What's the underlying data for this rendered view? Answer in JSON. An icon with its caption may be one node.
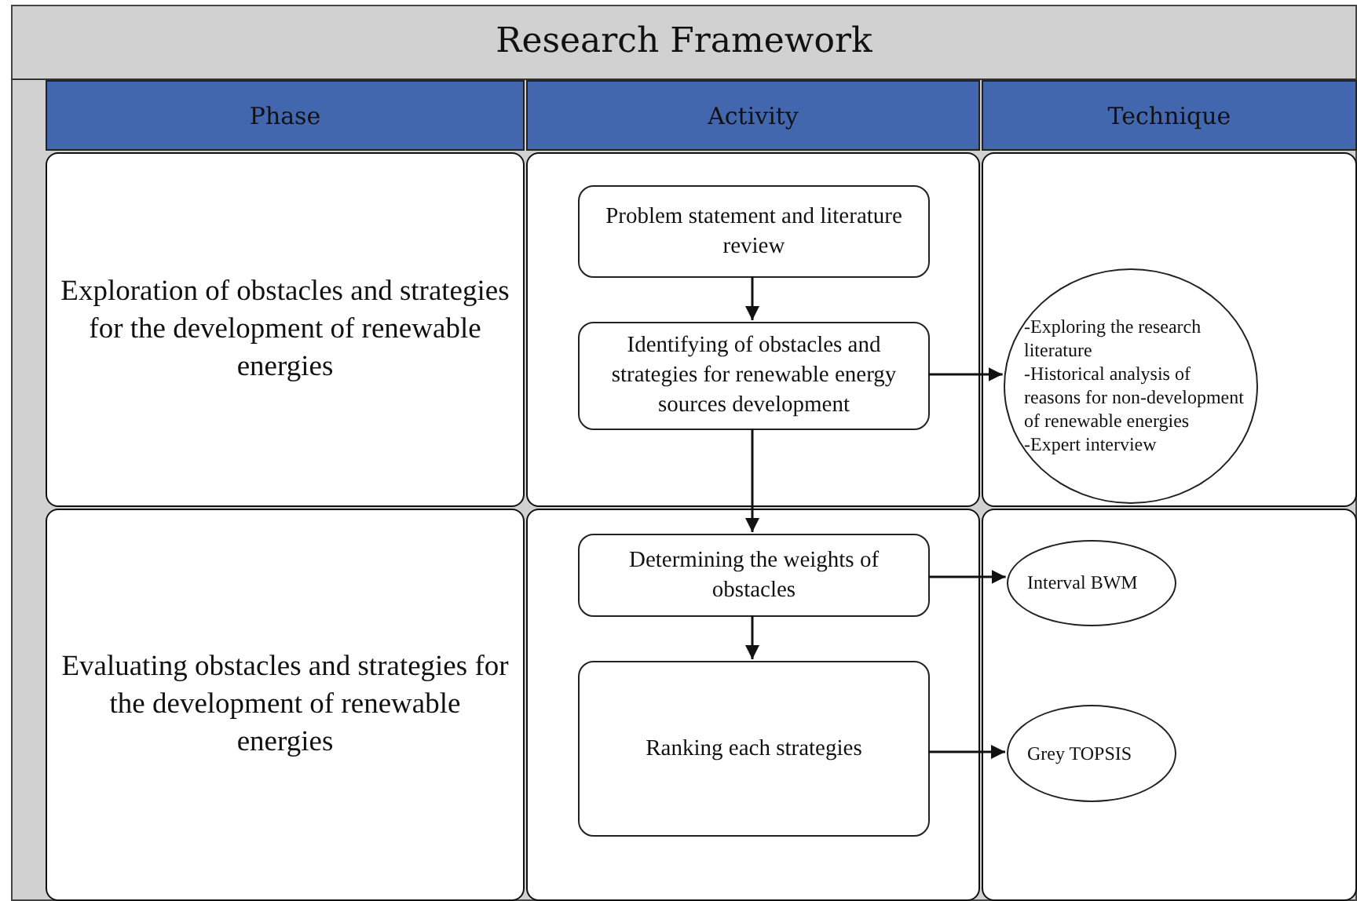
{
  "diagram": {
    "title": "Research Framework",
    "nodes": [
      {
        "text": [
          "Phase"
        ]
      },
      {
        "text": [
          "Activity"
        ]
      },
      {
        "text": [
          "Technique"
        ]
      },
      {
        "text": [
          "Exploration of obstacles and strategies for the development of renewable energies"
        ]
      },
      {
        "text": [],
        "shape": "box"
      },
      {
        "text": [],
        "shape": "box"
      },
      {
        "text": [
          "Problem statement and literature review"
        ],
        "in": 4
      },
      {
        "text": [
          "Identifying of obstacles  and strategies for renewable energy sources development"
        ],
        "in": 4
      },
      {
        "text": [
          "-Exploring the research literature",
          "-Historical analysis of reasons for non-development of renewable energies",
          "-Expert interview"
        ],
        "in": 5
      },
      {
        "text": [
          "Evaluating  obstacles and strategies for the development of renewable energies"
        ]
      },
      {
        "text": [],
        "shape": "box"
      },
      {
        "text": [],
        "shape": "box"
      },
      {
        "text": [
          "Determining the weights of obstacles"
        ],
        "in": 10
      },
      {
        "text": [
          "Ranking each strategies"
        ],
        "in": 10
      },
      {
        "text": [
          "Interval BWM"
        ],
        "in": 11
      },
      {
        "text": [
          "Grey TOPSIS"
        ],
        "in": 11
      }
    ],
    "edges": [
      {
        "from": 6,
        "to": 7,
        "arrow": "to"
      },
      {
        "from": 7,
        "to": 8,
        "arrow": "to"
      },
      {
        "from": 7,
        "to": 12,
        "arrow": "to"
      },
      {
        "from": 12,
        "to": 14,
        "arrow": "to"
      },
      {
        "from": 12,
        "to": 13,
        "arrow": "to"
      },
      {
        "from": 13,
        "to": 15,
        "arrow": "to"
      }
    ]
  }
}
